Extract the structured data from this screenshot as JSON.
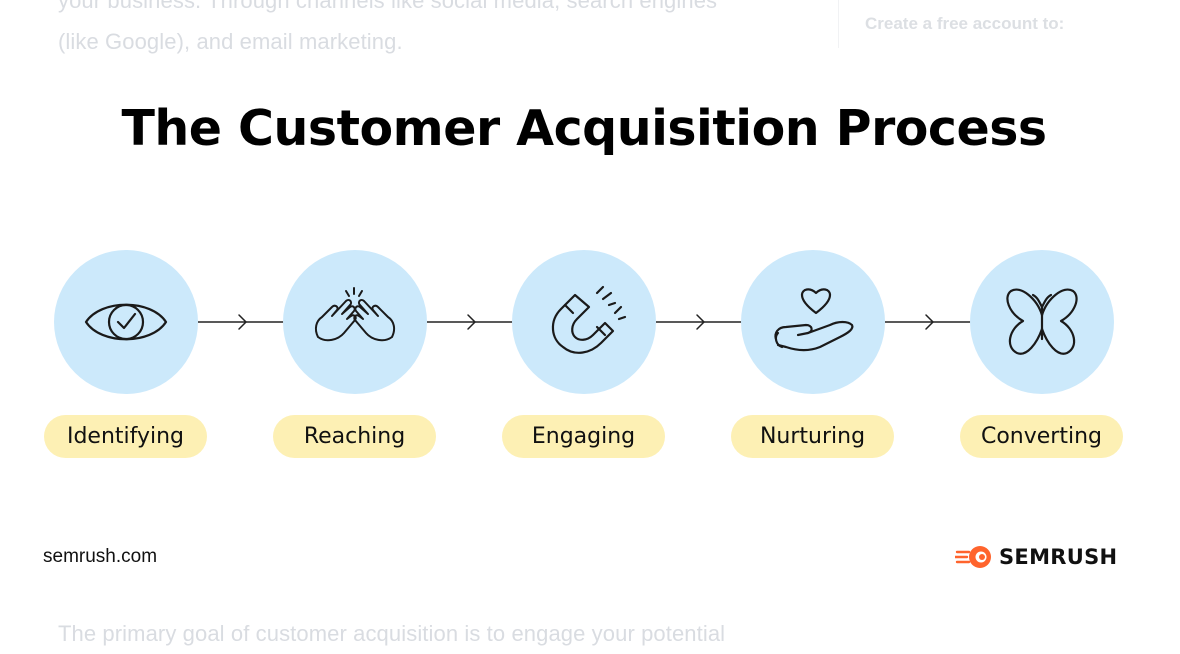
{
  "background": {
    "top_lines": [
      "your business. Through channels like social media, search engines",
      "(like Google), and email marketing."
    ],
    "sidebar_text": "Create a free account to:",
    "bottom_line": "The primary goal of customer acquisition is to engage your potential"
  },
  "infographic": {
    "title": "The Customer Acquisition Process",
    "steps": [
      {
        "label": "Identifying",
        "icon": "eye-check-icon"
      },
      {
        "label": "Reaching",
        "icon": "hands-icon"
      },
      {
        "label": "Engaging",
        "icon": "magnet-icon"
      },
      {
        "label": "Nurturing",
        "icon": "heart-hand-icon"
      },
      {
        "label": "Converting",
        "icon": "butterfly-icon"
      }
    ],
    "source_url": "semrush.com",
    "brand": "SEMRUSH"
  },
  "colors": {
    "circle": "#cce9fb",
    "pill": "#fdf0b4",
    "brand_accent": "#ff642d",
    "faded_text": "#d9dce1"
  }
}
